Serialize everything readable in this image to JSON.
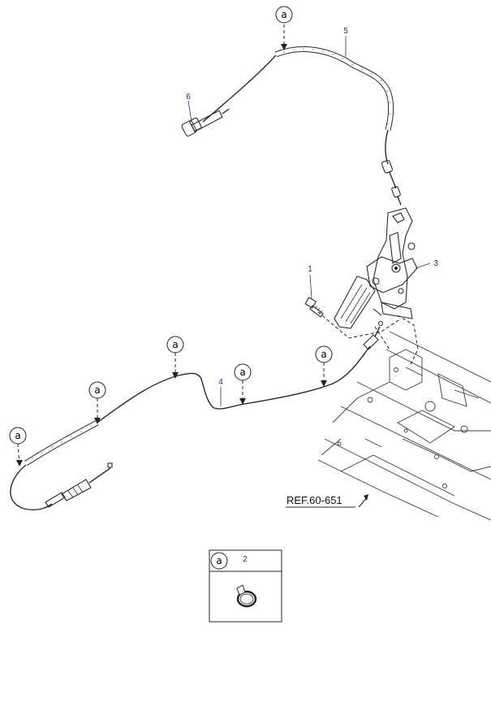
{
  "callout_symbol": "a",
  "part_numbers": {
    "p1": "1",
    "p2": "2",
    "p3": "3",
    "p4": "4",
    "p5": "5",
    "p6": "6"
  },
  "reference": "REF.60-651",
  "legend": {
    "symbol": "a",
    "part": "2",
    "icon": "cable-clamp-icon"
  },
  "colors": {
    "line": "#2b2b2b",
    "part_number": "#1b2f8f"
  }
}
